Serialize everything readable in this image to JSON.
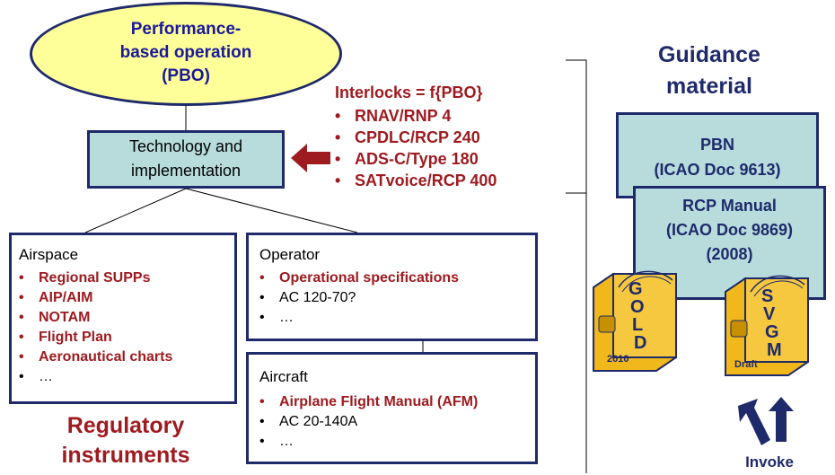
{
  "pbo": {
    "line1": "Performance-",
    "line2": "based operation",
    "line3": "(PBO)"
  },
  "tech": {
    "line1": "Technology and",
    "line2": "implementation"
  },
  "interlocks": {
    "title": "Interlocks = f{PBO}",
    "items": [
      "RNAV/RNP 4",
      "CPDLC/RCP 240",
      "ADS-C/Type 180",
      "SATvoice/RCP 400"
    ]
  },
  "airspace": {
    "title": "Airspace",
    "items": [
      {
        "text": "Regional SUPPs",
        "style": "red"
      },
      {
        "text": "AIP/AIM",
        "style": "red"
      },
      {
        "text": "NOTAM",
        "style": "red"
      },
      {
        "text": "Flight Plan",
        "style": "red"
      },
      {
        "text": "Aeronautical charts",
        "style": "red"
      },
      {
        "text": "…",
        "style": "dark"
      }
    ]
  },
  "operator": {
    "title": "Operator",
    "items": [
      {
        "text": "Operational specifications",
        "style": "red"
      },
      {
        "text": "AC 120-70?",
        "style": "dark"
      },
      {
        "text": "…",
        "style": "dark"
      }
    ]
  },
  "aircraft": {
    "title": "Aircraft",
    "items": [
      {
        "text": "Airplane Flight Manual (AFM)",
        "style": "red"
      },
      {
        "text": "AC 20-140A",
        "style": "dark"
      },
      {
        "text": "…",
        "style": "dark"
      }
    ]
  },
  "regulatory": {
    "line1": "Regulatory",
    "line2": "instruments"
  },
  "guidance": {
    "line1": "Guidance",
    "line2": "material"
  },
  "pbn": {
    "line1": "PBN",
    "line2": "(ICAO Doc 9613)"
  },
  "rcp": {
    "line1": "RCP Manual",
    "line2": "(ICAO Doc 9869)",
    "line3": "(2008)"
  },
  "gold_book": {
    "letters": [
      "G",
      "O",
      "L",
      "D"
    ],
    "year": "2010"
  },
  "svgm_book": {
    "letters": [
      "S",
      "V",
      "G",
      "M"
    ],
    "label": "Draft"
  },
  "invoke": "Invoke",
  "colors": {
    "navy": "#1f2a6b",
    "red": "#9e1b20",
    "cyan": "#b8dcdc",
    "yellow": "#ffff99",
    "book": "#f0b81a"
  }
}
